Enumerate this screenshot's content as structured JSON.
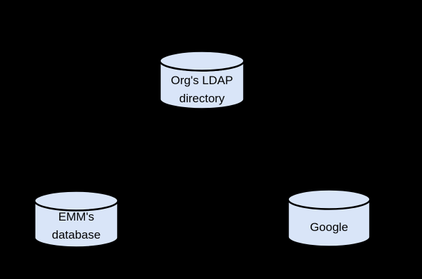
{
  "canvas": {
    "background_color": "#000000"
  },
  "style": {
    "node_fill": "#d9e5f8",
    "node_stroke": "#000000",
    "text_color": "#000000"
  },
  "nodes": {
    "ldap": {
      "type": "database-cylinder",
      "line1": "Org's LDAP",
      "line2": "directory"
    },
    "emm": {
      "type": "database-cylinder",
      "line1": "EMM's",
      "line2": "database"
    },
    "google": {
      "type": "database-cylinder",
      "line1": "Google"
    }
  }
}
